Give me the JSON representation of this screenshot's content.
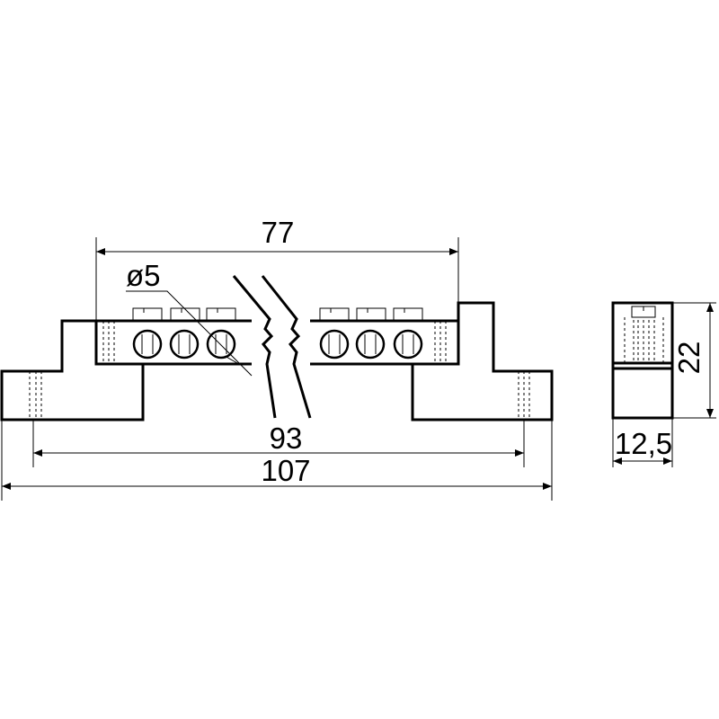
{
  "drawing": {
    "dimensions": {
      "top_width": "77",
      "hole_diameter": "ø5",
      "mounting_distance": "93",
      "total_length": "107",
      "side_height": "22",
      "side_width": "12,5"
    },
    "colors": {
      "line": "#000000",
      "background": "#ffffff"
    }
  }
}
